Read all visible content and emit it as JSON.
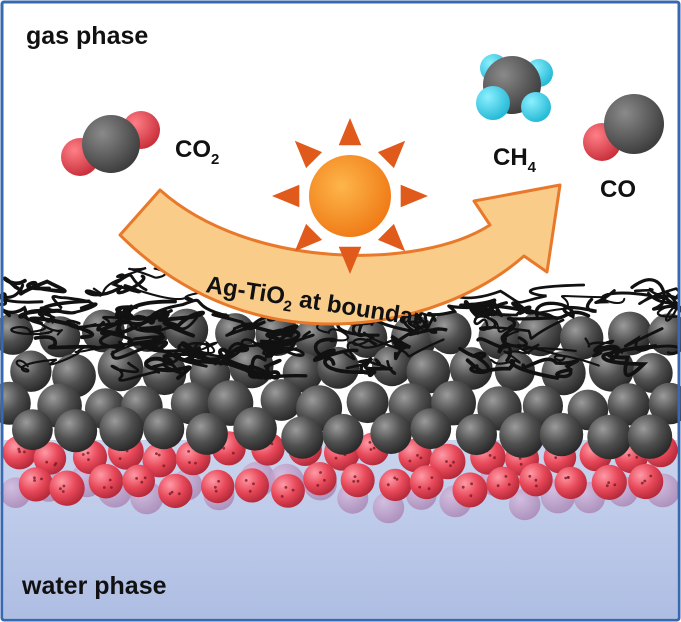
{
  "labels": {
    "gas_phase": "gas phase",
    "water_phase": "water phase",
    "co2": {
      "base": "CO",
      "sub": "2"
    },
    "ch4": {
      "base": "CH",
      "sub": "4"
    },
    "co": "CO",
    "arrow": {
      "pre": "Ag-TiO",
      "sub": "2",
      "post": " at boundary"
    }
  },
  "icons": [
    "sun-icon",
    "co2-molecule-icon",
    "ch4-molecule-icon",
    "co-molecule-icon",
    "curved-arrow-icon"
  ],
  "colors": {
    "frame": "#3a68b0",
    "water": "#b6c4e6",
    "oxygen_atom": "#e0444e",
    "carbon_atom": "#5b5b5b",
    "hydrogen_atom": "#3ccde6",
    "sun": "#f4891f",
    "sun_rays": "#e05a1b",
    "arrow_fill": "#f9cc89",
    "arrow_stroke": "#e8782a",
    "particle_gray": "#4a4a4a",
    "particle_red": "#e8495a",
    "particle_purple": "#b48ab8"
  }
}
